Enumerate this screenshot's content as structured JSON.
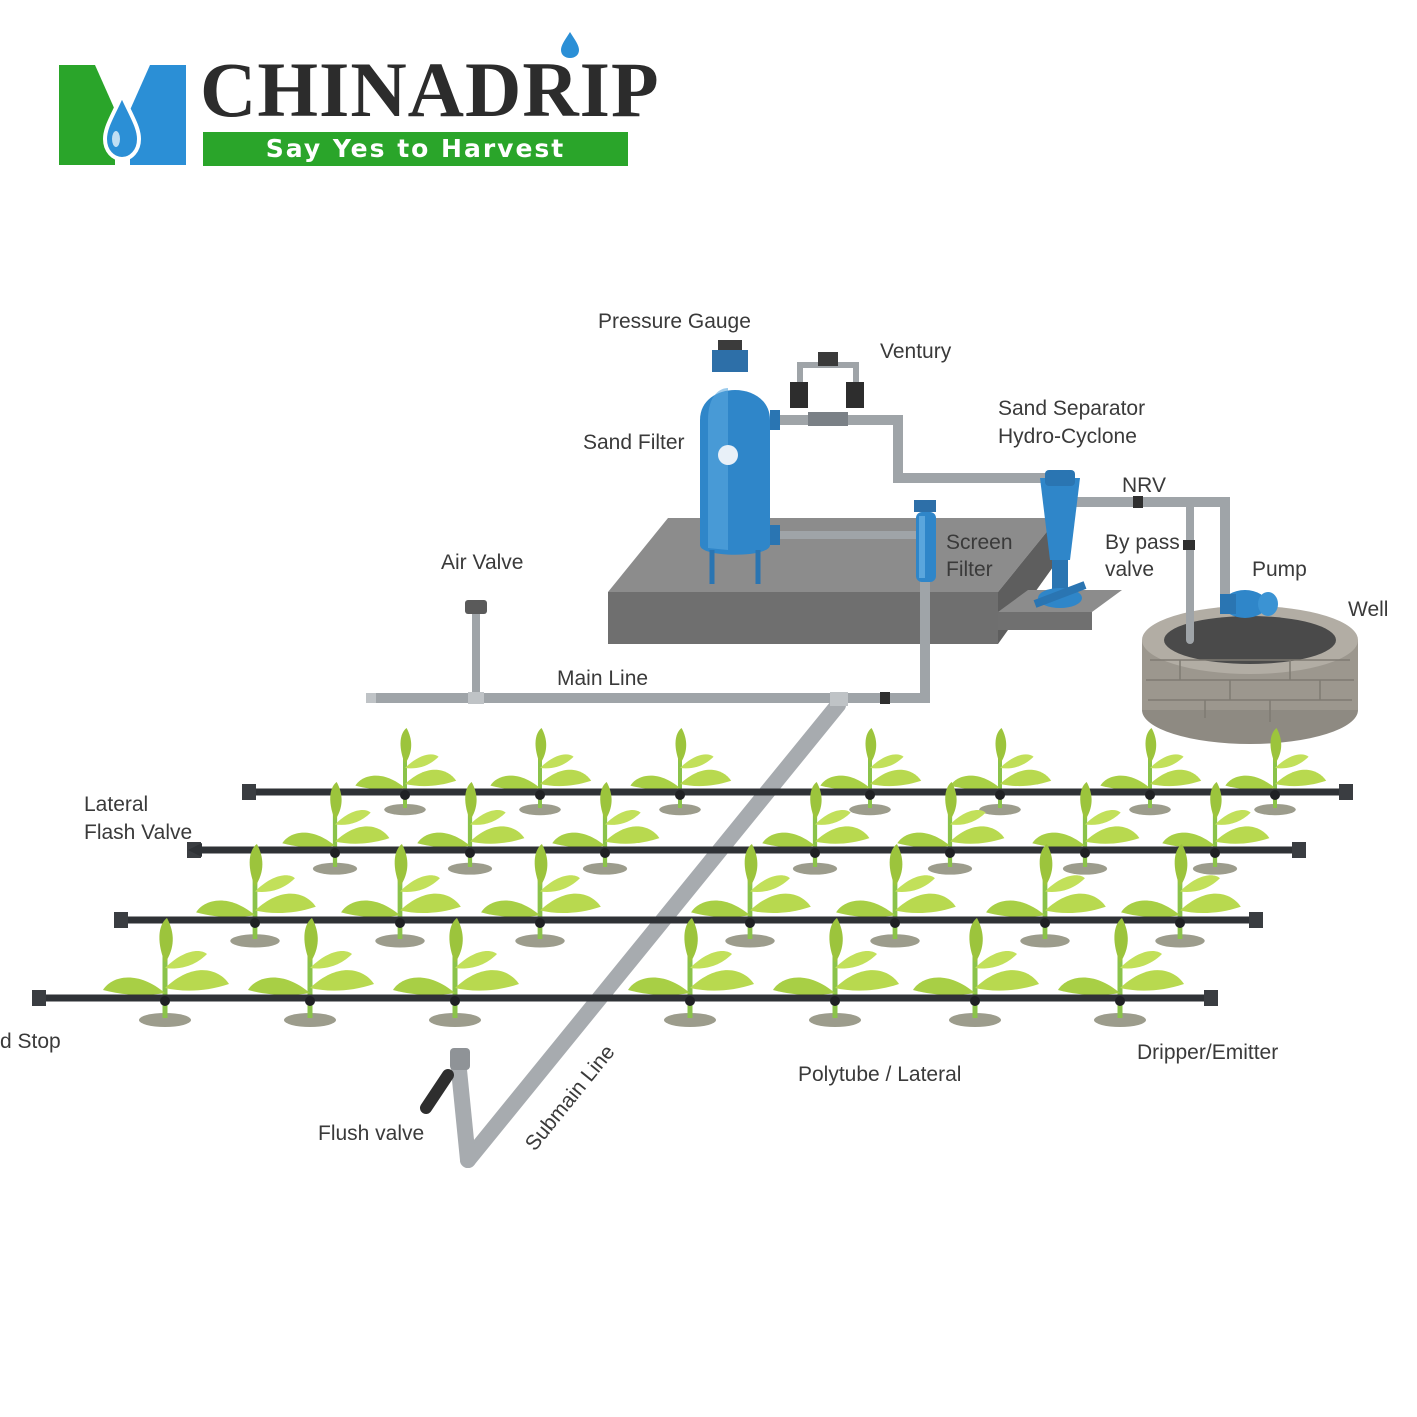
{
  "brand": {
    "name": "CHINADRIP",
    "tagline": "Say Yes to Harvest",
    "colors": {
      "green": "#2aa52a",
      "blue": "#2b8fd6",
      "dark": "#2c2c2c"
    }
  },
  "labels": {
    "pressure_gauge": "Pressure Gauge",
    "ventury": "Ventury",
    "sand_filter": "Sand Filter",
    "sand_separator_1": "Sand Separator",
    "sand_separator_2": "Hydro-Cyclone",
    "nrv": "NRV",
    "bypass_1": "By pass",
    "bypass_2": "valve",
    "screen_filter_1": "Screen",
    "screen_filter_2": "Filter",
    "pump": "Pump",
    "well": "Well",
    "air_valve": "Air Valve",
    "main_line": "Main Line",
    "lateral_1": "Lateral",
    "lateral_2": "Flash Valve",
    "end_stop": "d Stop",
    "polytube": "Polytube / Lateral",
    "dripper": "Dripper/Emitter",
    "flush_valve": "Flush valve",
    "submain_line": "Submain Line"
  }
}
